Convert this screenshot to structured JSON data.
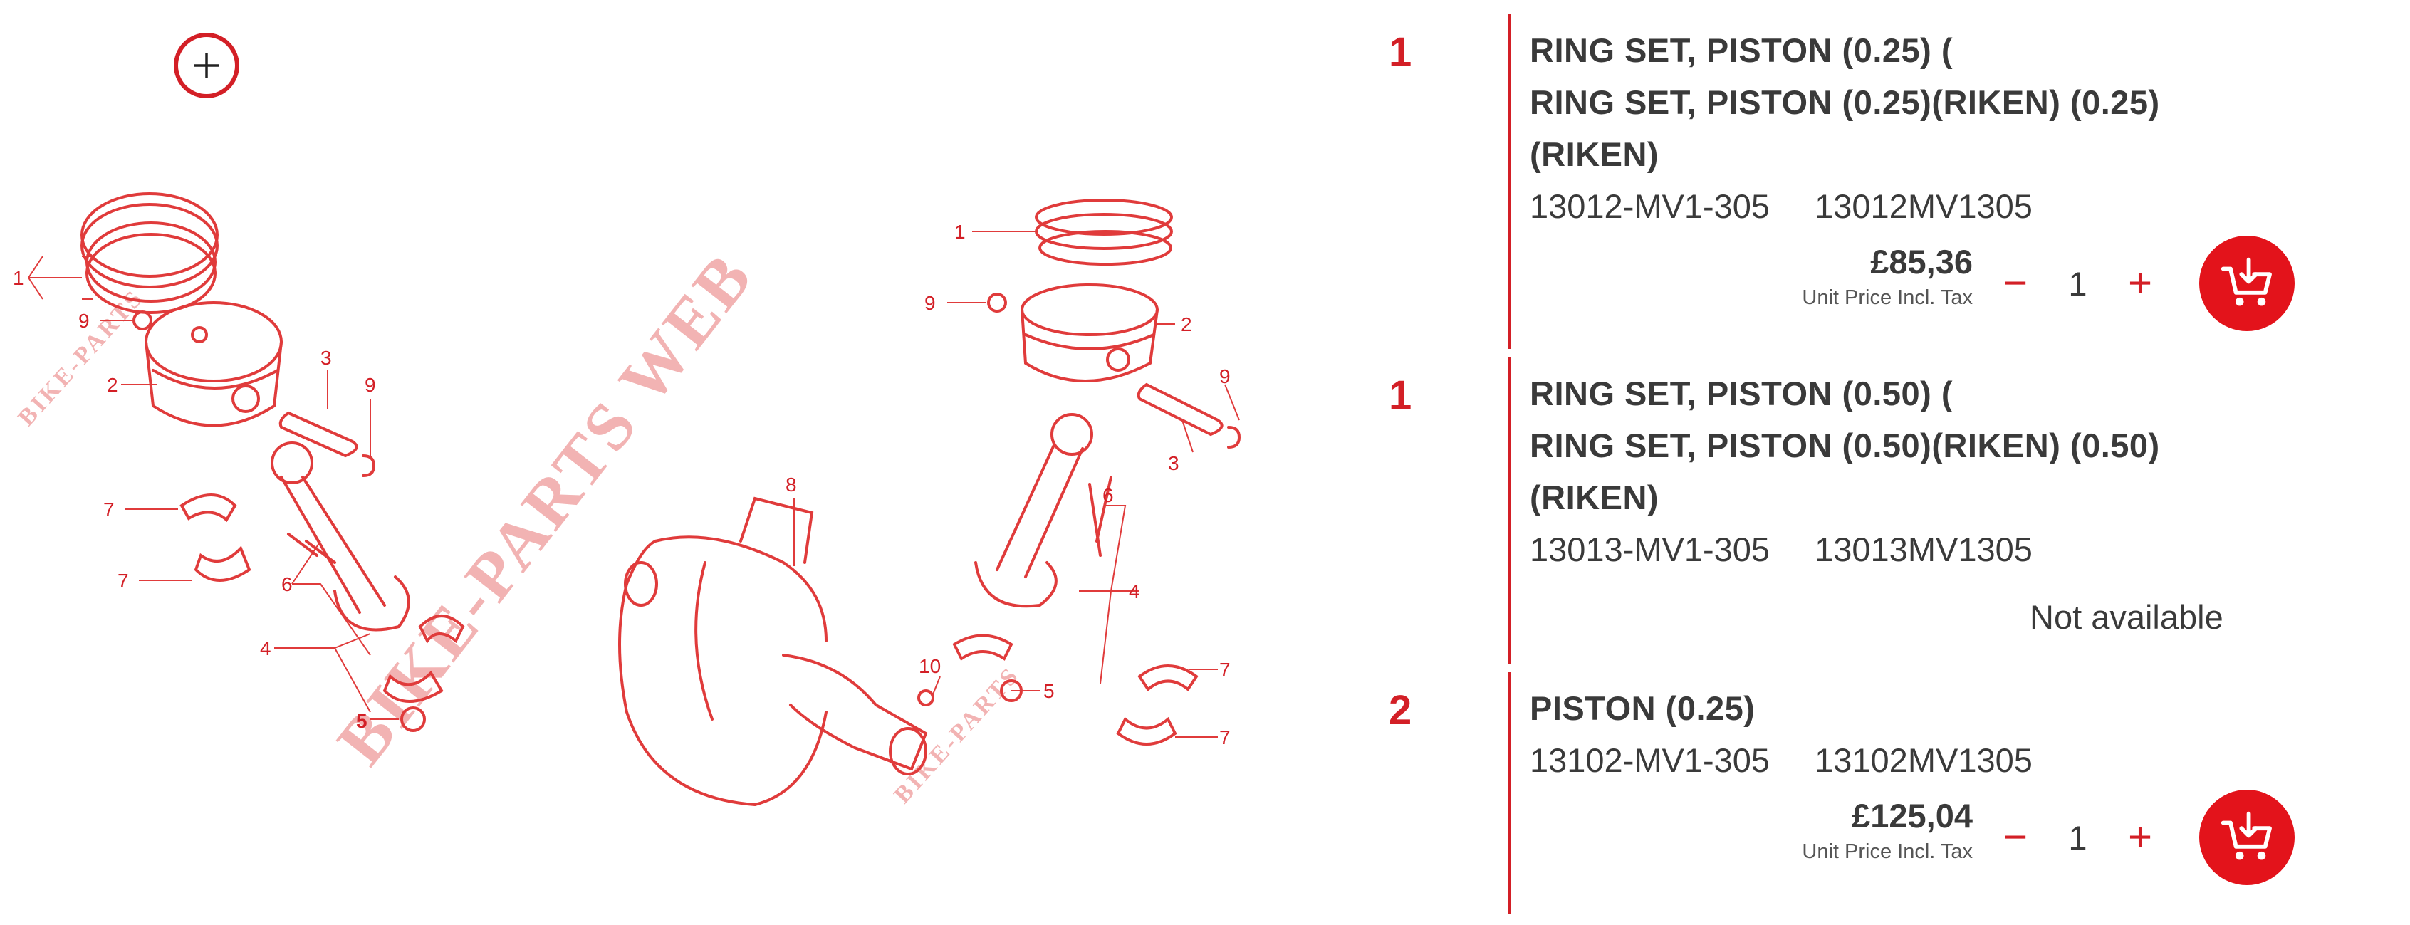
{
  "diagram": {
    "zoom_label": "+",
    "watermark_main": "BIKE-PARTS WEB",
    "watermark_small_1": "BIKE-PARTS",
    "watermark_small_2": "BIKE-PARTS",
    "callouts": {
      "l1": "1",
      "l9a": "9",
      "l2": "2",
      "l3": "3",
      "l9b": "9",
      "l7a": "7",
      "l7b": "7",
      "l6": "6",
      "l4": "4",
      "l5": "5",
      "r1": "1",
      "r9a": "9",
      "r2": "2",
      "r9b": "9",
      "r3": "3",
      "r8": "8",
      "r6": "6",
      "r4": "4",
      "r10": "10",
      "r5": "5",
      "r7a": "7",
      "r7b": "7"
    }
  },
  "colors": {
    "accent": "#d31f26",
    "cart": "#e3131b",
    "text": "#3a3a3a"
  },
  "parts": [
    {
      "qty": "1",
      "name": "RING SET, PISTON (0.25) (\nRING SET, PISTON (0.25)(RIKEN) (0.25)\n(RIKEN)",
      "part_number": "13012-MV1-305",
      "part_code": "13012MV1305",
      "price": "£85,36",
      "price_note": "Unit Price Incl. Tax",
      "quantity": "1",
      "minus": "−",
      "plus": "+",
      "cart_icon": "cart-add-icon"
    },
    {
      "qty": "1",
      "name": "RING SET, PISTON (0.50) (\nRING SET, PISTON (0.50)(RIKEN) (0.50)\n(RIKEN)",
      "part_number": "13013-MV1-305",
      "part_code": "13013MV1305",
      "status": "Not available"
    },
    {
      "qty": "2",
      "name": "PISTON (0.25)",
      "part_number": "13102-MV1-305",
      "part_code": "13102MV1305",
      "price": "£125,04",
      "price_note": "Unit Price Incl. Tax",
      "quantity": "1",
      "minus": "−",
      "plus": "+",
      "cart_icon": "cart-add-icon"
    }
  ]
}
